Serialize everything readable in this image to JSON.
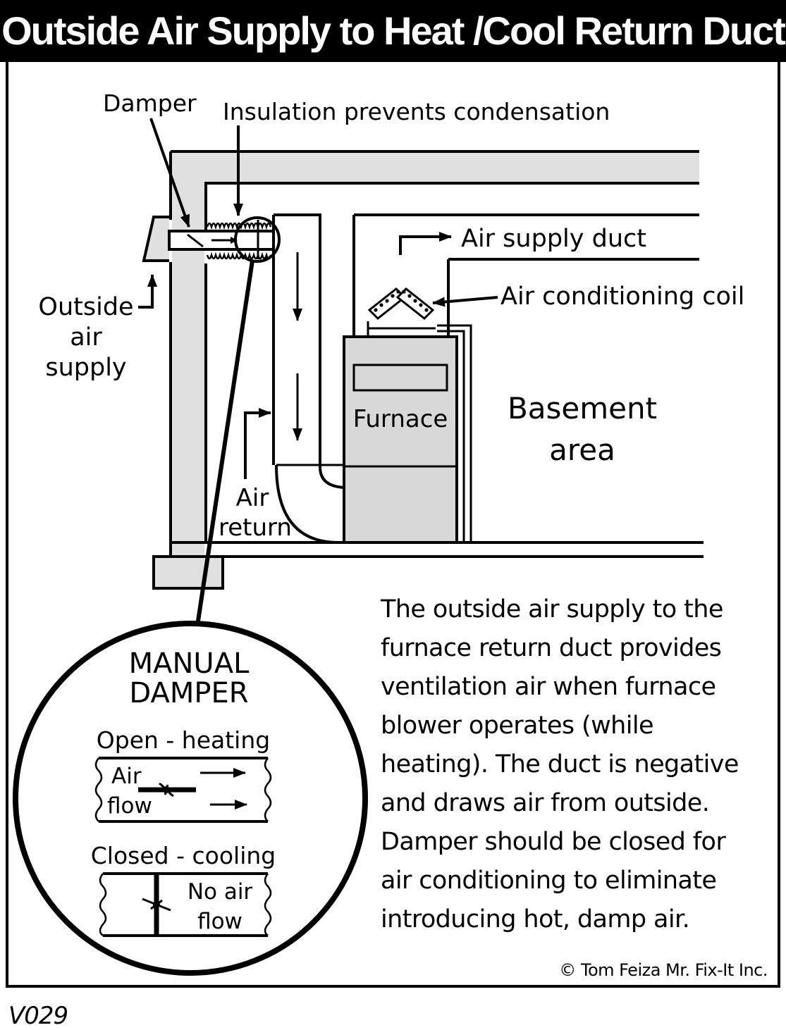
{
  "title": "Outside Air Supply to Heat /Cool Return Duct",
  "labels": {
    "damper": "Damper",
    "insulation": "Insulation prevents condensation",
    "air_supply_duct": "Air supply duct",
    "air_conditioning_coil": "Air conditioning coil",
    "outside_air_supply": [
      "Outside",
      "air",
      "supply"
    ],
    "furnace": "Furnace",
    "basement_area": [
      "Basement",
      "area"
    ],
    "air_return": [
      "Air",
      "return"
    ]
  },
  "inset": {
    "heading": [
      "MANUAL",
      "DAMPER"
    ],
    "open_caption": "Open - heating",
    "open_flow": [
      "Air",
      "flow"
    ],
    "closed_caption": "Closed - cooling",
    "closed_flow": [
      "No air",
      "flow"
    ]
  },
  "description": "The outside air supply to the\nfurnace return duct provides\nventilation air when furnace\nblower operates (while\nheating). The duct is negative\nand draws air from outside.\nDamper should be closed for\nair conditioning to eliminate\nintroducing hot, damp air.",
  "copyright": "© Tom Feiza Mr. Fix-It Inc.",
  "code": "V029",
  "colors": {
    "structure_fill": "#e0e0e0",
    "title_bar": "#000000",
    "title_text": "#ffffff"
  }
}
